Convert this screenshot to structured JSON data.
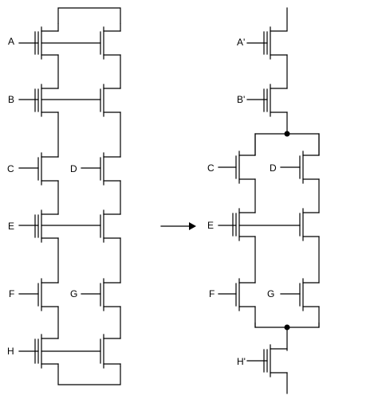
{
  "colors": {
    "stroke": "#000000",
    "background": "#ffffff"
  },
  "left_labels": {
    "a": "A",
    "b": "B",
    "c": "C",
    "d": "D",
    "e": "E",
    "f": "F",
    "g": "G",
    "h": "H"
  },
  "right_labels": {
    "a": "A'",
    "b": "B'",
    "c": "C",
    "d": "D",
    "e": "E",
    "f": "F",
    "g": "G",
    "h": "H'"
  }
}
